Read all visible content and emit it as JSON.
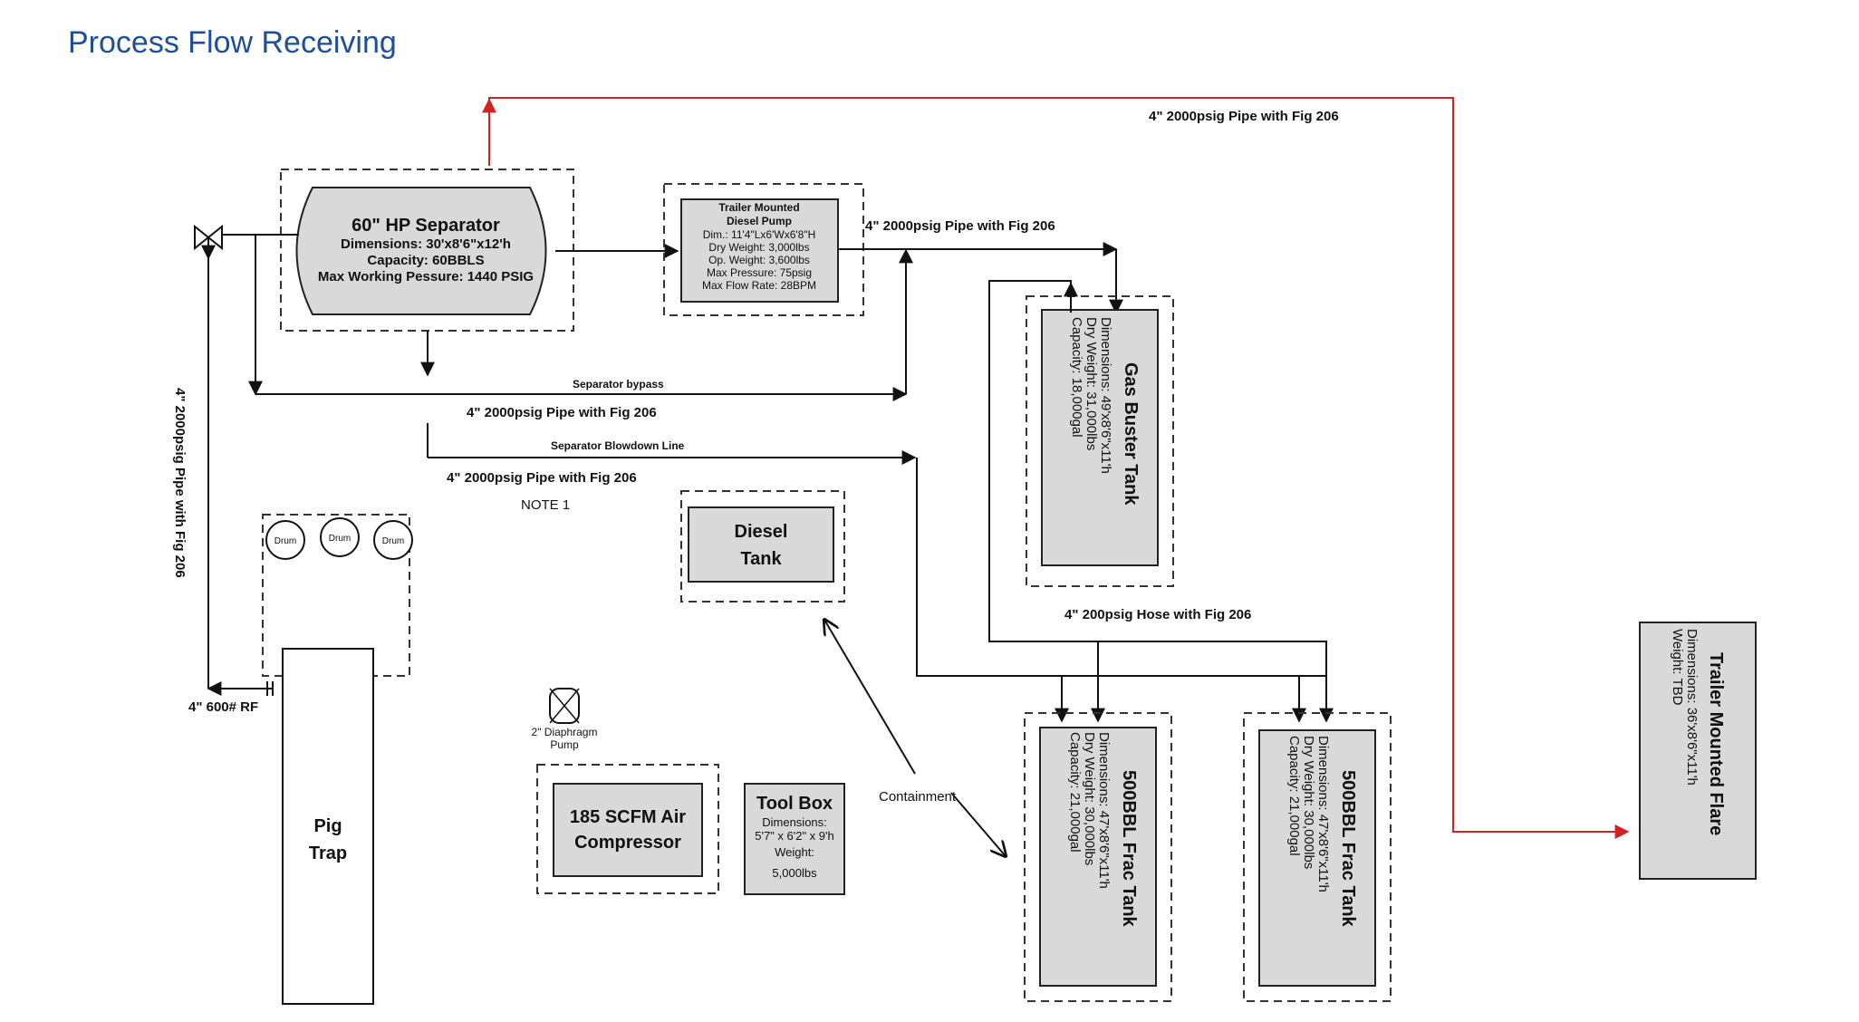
{
  "title": "Process Flow Receiving",
  "pipes": {
    "flare_line": "4\" 2000psig Pipe with Fig 206",
    "pump_out": "4\" 2000psig Pipe with Fig 206",
    "bypass_pipe": "4\" 2000psig Pipe with Fig 206",
    "blowdown_pipe": "4\" 2000psig Pipe with Fig 206",
    "vertical_pipe": "4\" 2000psig Pipe with Fig 206",
    "hose": "4\" 200psig Hose with Fig 206",
    "separator_bypass": "Separator bypass",
    "separator_blowdown": "Separator Blowdown Line",
    "note": "NOTE 1",
    "rf": "4\" 600# RF"
  },
  "separator": {
    "name": "60\" HP Separator",
    "dimensions": "Dimensions: 30'x8'6\"x12'h",
    "capacity": "Capacity: 60BBLS",
    "pressure": "Max Working Pessure: 1440 PSIG"
  },
  "diesel_pump": {
    "line1": "Trailer Mounted",
    "line2": "Diesel Pump",
    "dim": "Dim.: 11'4\"Lx6'Wx6'8\"H",
    "dry": "Dry Weight: 3,000lbs",
    "op": "Op. Weight: 3,600lbs",
    "pressure": "Max Pressure: 75psig",
    "flow": "Max Flow Rate: 28BPM"
  },
  "gas_buster": {
    "name": "Gas Buster Tank",
    "dimensions": "Dimensions: 49'x8'6\"x11'h",
    "dry": "Dry Weight: 31,000lbs",
    "capacity": "Capacity: 18,000gal"
  },
  "frac1": {
    "name": "500BBL Frac Tank",
    "dimensions": "Dimensions: 47'x8'6\"x11'h",
    "dry": "Dry Weight: 30,000lbs",
    "capacity": "Capacity: 21,000gal"
  },
  "frac2": {
    "name": "500BBL Frac Tank",
    "dimensions": "Dimensions: 47'x8'6\"x11'h",
    "dry": "Dry Weight: 30,000lbs",
    "capacity": "Capacity: 21,000gal"
  },
  "flare": {
    "name": "Trailer Mounted Flare",
    "dimensions": "Dimensions: 36'x8'6\"x11'h",
    "weight": "Weight: TBD"
  },
  "diesel_tank": {
    "line1": "Diesel",
    "line2": "Tank"
  },
  "drums": [
    "Drum",
    "Drum",
    "Drum"
  ],
  "pig_trap": {
    "line1": "Pig",
    "line2": "Trap"
  },
  "diaphragm_pump": {
    "line1": "2\" Diaphragm",
    "line2": "Pump"
  },
  "compressor": {
    "line1": "185 SCFM Air",
    "line2": "Compressor"
  },
  "toolbox": {
    "name": "Tool Box",
    "line1": "Dimensions:",
    "line2": "5'7\" x 6'2\" x 9'h",
    "line3": "Weight:",
    "line4": "5,000lbs"
  },
  "containment": "Containment"
}
